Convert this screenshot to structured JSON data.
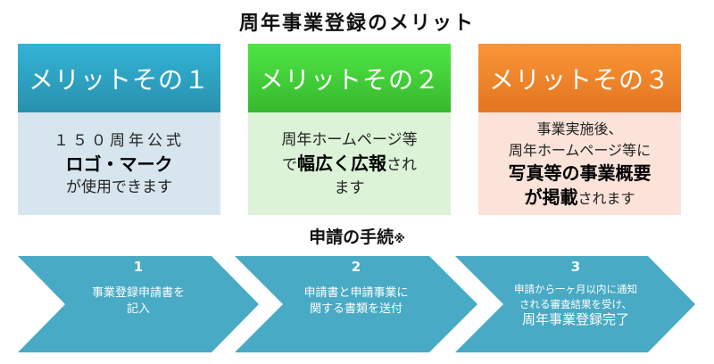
{
  "title": "周年事業登録のメリット",
  "colors": {
    "merit1_head": "#2fa6c8",
    "merit1_body": "#d7e5ee",
    "merit2_head": "#45d43b",
    "merit2_body": "#dcf3d7",
    "merit3_head": "#f08628",
    "merit3_body": "#fbe3da",
    "step_arrow": "#48aac4"
  },
  "merits": [
    {
      "label": "メリットその１",
      "lines": [
        "１５０周年公式",
        "ロゴ・マーク",
        "が使用できます"
      ],
      "bold_line": "ロゴ・マーク"
    },
    {
      "label": "メリットその２",
      "line1": "周年ホームページ等",
      "line2_pre": "で",
      "line2_bold": "幅広く広報",
      "line2_post": "され",
      "line3": "ます"
    },
    {
      "label": "メリットその３",
      "line1": "事業実施後、",
      "line2": "周年ホームページ等に",
      "line3_bold": "写真等の事業概要",
      "line4_bold": "が掲載",
      "line4_post": "されます"
    }
  ],
  "procedure": {
    "title": "申請の手続",
    "note_mark": "※",
    "steps": [
      {
        "number": "1",
        "lines": [
          "事業登録申請書を",
          "記入"
        ]
      },
      {
        "number": "2",
        "lines": [
          "申請書と申請事業に",
          "関する書類を送付"
        ]
      },
      {
        "number": "3",
        "lines": [
          "申請から一ヶ月以内に通知",
          "される審査結果を受け、",
          "周年事業登録完了"
        ]
      }
    ]
  }
}
